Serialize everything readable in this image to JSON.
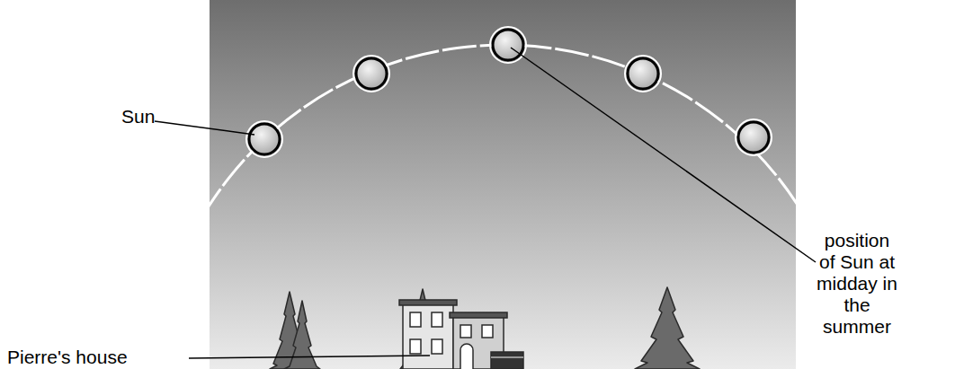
{
  "diagram": {
    "labels": [
      "Sun",
      "Pierre's house",
      "position of Sun at midday in the summer"
    ]
  }
}
